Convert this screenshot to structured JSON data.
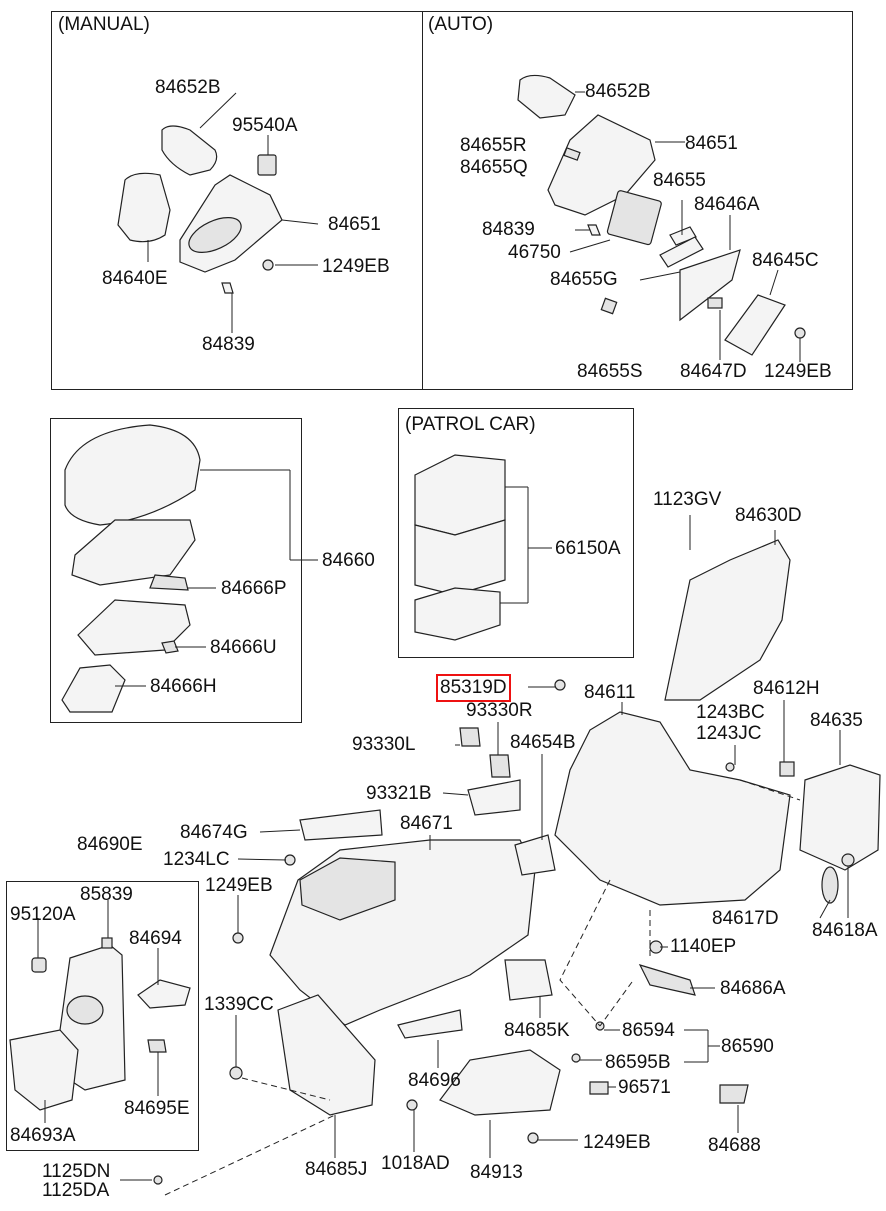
{
  "sections": {
    "manual": "(MANUAL)",
    "auto": "(AUTO)",
    "patrol": "(PATROL CAR)"
  },
  "labels": {
    "m_84652B": "84652B",
    "m_95540A": "95540A",
    "m_84651": "84651",
    "m_84640E": "84640E",
    "m_1249EB": "1249EB",
    "m_84839": "84839",
    "a_84652B": "84652B",
    "a_84655R": "84655R",
    "a_84655Q": "84655Q",
    "a_84651": "84651",
    "a_84655": "84655",
    "a_84646A": "84646A",
    "a_84839": "84839",
    "a_46750": "46750",
    "a_84645C": "84645C",
    "a_84655G": "84655G",
    "a_84655S": "84655S",
    "a_84647D": "84647D",
    "a_1249EB": "1249EB",
    "p_84660": "84660",
    "p_84666P": "84666P",
    "p_84666U": "84666U",
    "p_84666H": "84666H",
    "pc_66150A": "66150A",
    "l_1123GV": "1123GV",
    "l_84630D": "84630D",
    "l_85319D": "85319D",
    "l_84611": "84611",
    "l_84612H": "84612H",
    "l_93330R": "93330R",
    "l_1243BC": "1243BC",
    "l_1243JC": "1243JC",
    "l_84635": "84635",
    "l_93330L": "93330L",
    "l_84654B": "84654B",
    "l_93321B": "93321B",
    "l_84674G": "84674G",
    "l_84671": "84671",
    "l_84690E": "84690E",
    "l_1234LC": "1234LC",
    "l_85839": "85839",
    "l_1249EB_a": "1249EB",
    "l_95120A": "95120A",
    "l_84694": "84694",
    "l_84617D": "84617D",
    "l_84618A": "84618A",
    "l_1140EP": "1140EP",
    "l_84686A": "84686A",
    "l_1339CC": "1339CC",
    "l_84685K": "84685K",
    "l_86594": "86594",
    "l_86590": "86590",
    "l_86595B": "86595B",
    "l_84696": "84696",
    "l_96571": "96571",
    "l_84695E": "84695E",
    "l_84693A": "84693A",
    "l_1249EB_b": "1249EB",
    "l_84688": "84688",
    "l_84685J": "84685J",
    "l_1018AD": "1018AD",
    "l_84913": "84913",
    "l_1125DN": "1125DN",
    "l_1125DA": "1125DA"
  },
  "highlight": {
    "part": "85319D",
    "color": "#ee1111"
  }
}
